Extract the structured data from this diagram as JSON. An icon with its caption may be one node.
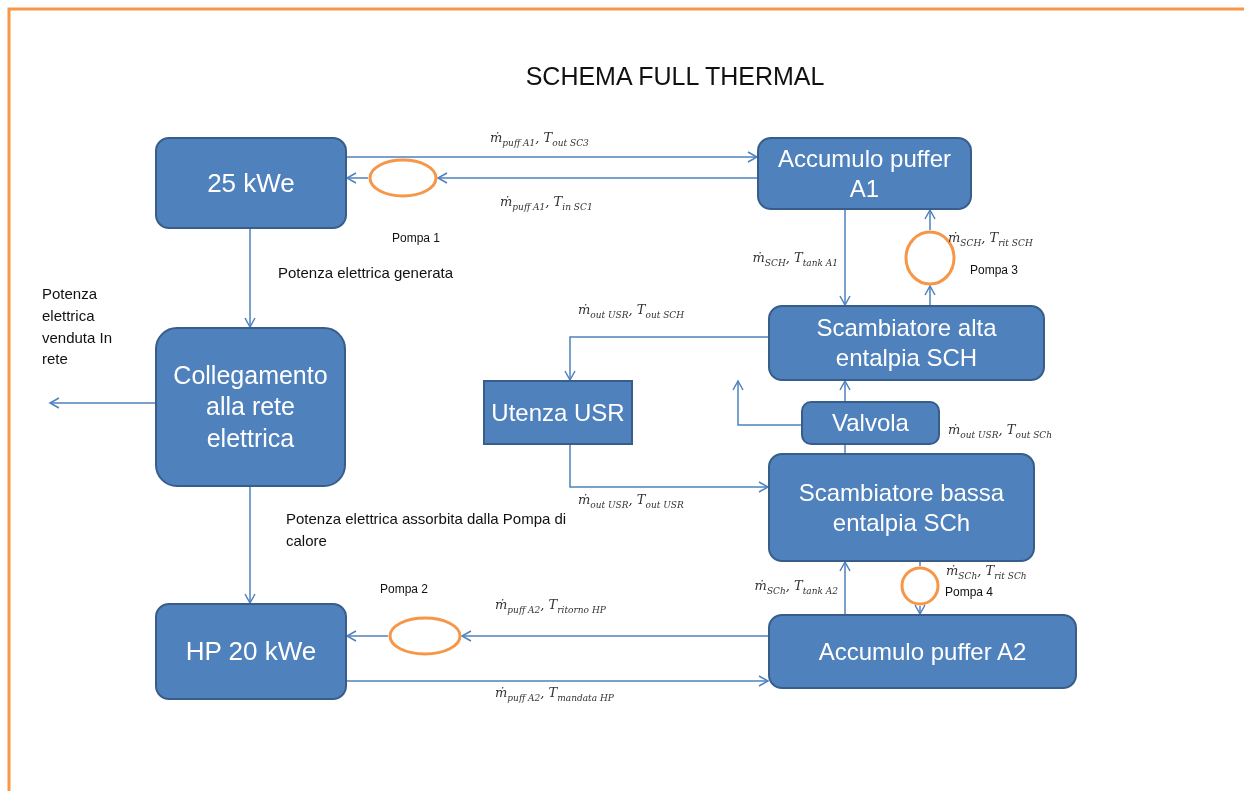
{
  "diagram": {
    "title": "SCHEMA FULL THERMAL",
    "nodes": [
      {
        "text": [
          "25 kWe"
        ]
      },
      {
        "text": [
          "Accumulo puffer A1"
        ]
      },
      {
        "text": [
          "Collegamento alla rete elettrica"
        ]
      },
      {
        "text": [
          "Scambiatore alta entalpia SCH"
        ]
      },
      {
        "text": [
          "Utenza USR"
        ]
      },
      {
        "text": [
          "Valvola"
        ],
        "beside": [
          "ṁ$_{out USR}$, T$_{out SCh}$"
        ]
      },
      {
        "text": [
          "Scambiatore bassa entalpia SCh"
        ]
      },
      {
        "text": [
          "HP 20 kWe"
        ]
      },
      {
        "text": [
          "Accumulo puffer A2"
        ]
      },
      {
        "text": [],
        "shape": "circle",
        "beside": [
          "Pompa 1"
        ]
      },
      {
        "text": [],
        "shape": "circle",
        "beside": [
          "Pompa 2"
        ]
      },
      {
        "text": [],
        "shape": "circle",
        "beside": [
          "Pompa 3"
        ]
      },
      {
        "text": [],
        "shape": "circle",
        "beside": [
          "Pompa 4"
        ]
      }
    ],
    "edges": [
      {
        "from": 0,
        "to": 1,
        "arrow": "to",
        "label": "ṁ$_{puff A1}$, T$_{out SC3}$"
      },
      {
        "from": 1,
        "to": 9,
        "arrow": "to",
        "label": "ṁ$_{puff A1}$, T$_{in SC1}$"
      },
      {
        "from": 0,
        "to": 2,
        "arrow": "to",
        "label": "Potenza elettrica generata"
      },
      {
        "from": 2,
        "to": null,
        "arrow": "to",
        "label": "Potenza elettrica venduta In rete"
      },
      {
        "from": 2,
        "to": 7,
        "arrow": "to",
        "label": "Potenza elettrica assorbita dalla Pompa di calore"
      },
      {
        "from": 1,
        "to": 3,
        "arrow": "to",
        "label": "ṁ$_{SCH}$, T$_{tank A1}$"
      },
      {
        "from": 3,
        "to": 11,
        "arrow": "to",
        "label": "ṁ$_{SCH}$, T$_{rit SCH}$"
      },
      {
        "from": 3,
        "to": 4,
        "arrow": "to",
        "label": "ṁ$_{out USR}$, T$_{out SCH}$"
      },
      {
        "from": 4,
        "to": 6,
        "arrow": "to",
        "label": "ṁ$_{out USR}$, T$_{out USR}$"
      },
      {
        "from": 6,
        "to": 5,
        "arrow": "none"
      },
      {
        "from": 5,
        "to": 3,
        "arrow": "to"
      },
      {
        "from": 5,
        "to": 3,
        "arrow": "to"
      },
      {
        "from": 8,
        "to": 6,
        "arrow": "to",
        "label": "ṁ$_{SCh}$, T$_{tank A2}$"
      },
      {
        "from": 6,
        "to": 12,
        "arrow": "none",
        "label": "ṁ$_{SCh}$, T$_{rit SCh}$"
      },
      {
        "from": 8,
        "to": 10,
        "arrow": "to",
        "label": "ṁ$_{puff A2}$, T$_{ritorno HP}$"
      },
      {
        "from": 7,
        "to": 8,
        "arrow": "to",
        "label": "ṁ$_{puff A2}$, T$_{mandata HP}$"
      },
      {
        "from": 9,
        "to": 0,
        "arrow": "to"
      },
      {
        "from": 11,
        "to": 1,
        "arrow": "to"
      },
      {
        "from": 10,
        "to": 7,
        "arrow": "to"
      },
      {
        "from": 12,
        "to": 8,
        "arrow": "to"
      }
    ]
  }
}
